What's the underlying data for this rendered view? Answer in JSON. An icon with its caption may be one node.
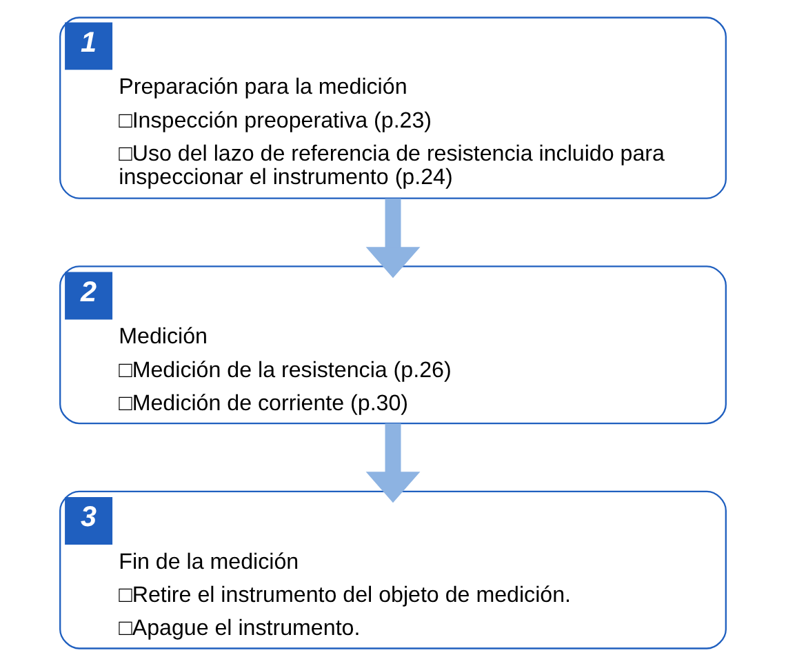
{
  "diagram": {
    "nodes": [
      {
        "text": [
          "1",
          "Preparación para la medición",
          "□Inspección preoperativa (p.23)",
          "□Uso del lazo de referencia de resistencia incluido para inspeccionar el instrumento (p.24)"
        ]
      },
      {
        "text": [
          "2",
          "Medición",
          "□Medición de la resistencia (p.26)",
          "□Medición de corriente (p.30)"
        ]
      },
      {
        "text": [
          "3",
          "Fin de la medición",
          "□Retire el instrumento del objeto de medición.",
          "□Apague el instrumento."
        ]
      }
    ],
    "edges": [
      {
        "from": 0,
        "to": 1,
        "arrow": "to"
      },
      {
        "from": 1,
        "to": 2,
        "arrow": "to"
      }
    ]
  }
}
